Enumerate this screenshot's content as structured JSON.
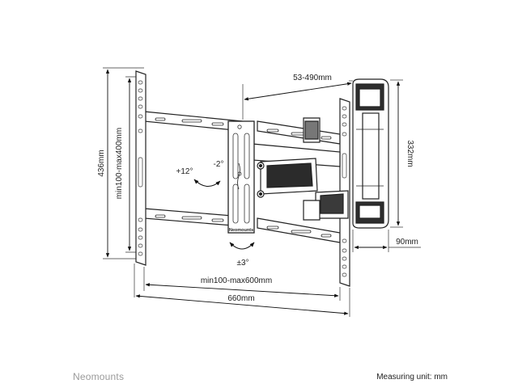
{
  "dimensions": {
    "arm_extension": "53-490mm",
    "total_height": "436mm",
    "vesa_vertical": "min100-max400mm",
    "bracket_height": "332mm",
    "tilt_up": "+12°",
    "tilt_down": "-2°",
    "swivel_level": "±3°",
    "wall_distance": "90mm",
    "vesa_horizontal": "min100-max600mm",
    "total_width": "660mm"
  },
  "plate_label": "Neomounts",
  "footer": {
    "brand": "Neomounts",
    "unit_note": "Measuring unit: mm"
  }
}
